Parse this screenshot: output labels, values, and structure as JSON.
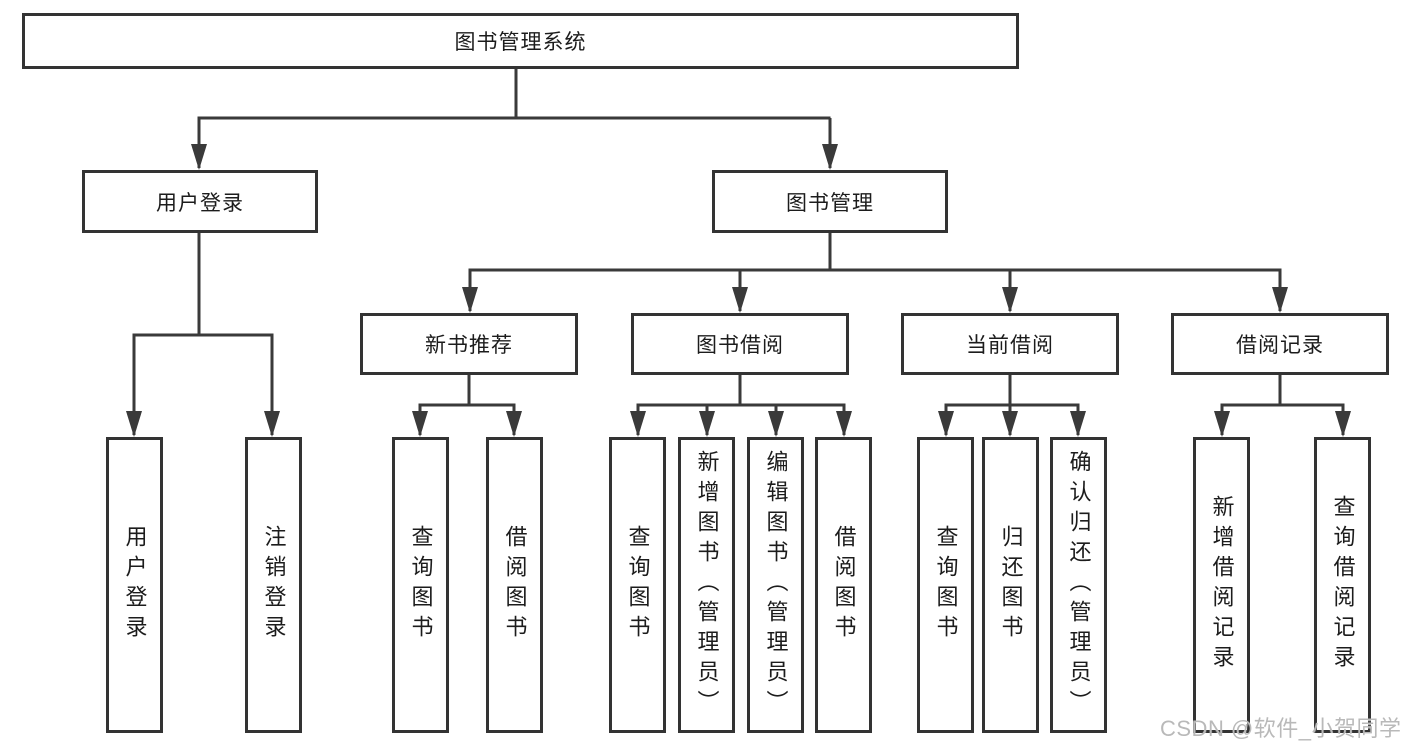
{
  "colors": {
    "line": "#3a3a3a",
    "border": "#333333",
    "text": "#1c1c1c",
    "bg": "#ffffff",
    "watermark": "#b9b9b9"
  },
  "root": {
    "label": "图书管理系统"
  },
  "branches": {
    "user_login": {
      "label": "用户登录",
      "children": [
        {
          "label": "用户登录"
        },
        {
          "label": "注销登录"
        }
      ]
    },
    "book_management": {
      "label": "图书管理",
      "groups": [
        {
          "label": "新书推荐",
          "children": [
            {
              "label": "查询图书"
            },
            {
              "label": "借阅图书"
            }
          ]
        },
        {
          "label": "图书借阅",
          "children": [
            {
              "label": "查询图书"
            },
            {
              "label": "新增图书（管理员）"
            },
            {
              "label": "编辑图书（管理员）"
            },
            {
              "label": "借阅图书"
            }
          ]
        },
        {
          "label": "当前借阅",
          "children": [
            {
              "label": "查询图书"
            },
            {
              "label": "归还图书"
            },
            {
              "label": "确认归还（管理员）"
            }
          ]
        },
        {
          "label": "借阅记录",
          "children": [
            {
              "label": "新增借阅记录"
            },
            {
              "label": "查询借阅记录"
            }
          ]
        }
      ]
    }
  },
  "watermark": "CSDN @软件_小贺同学"
}
